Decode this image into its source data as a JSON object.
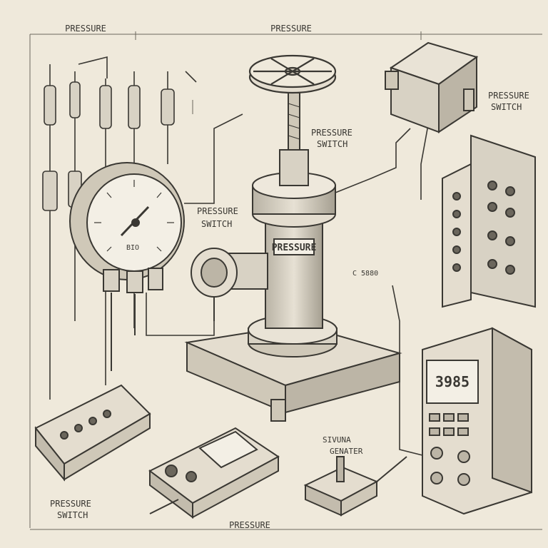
{
  "labels": {
    "top_left": "PRESSURE",
    "top_center": "PRESSURE",
    "switch_center": "PRESSURE\nSWITCH",
    "switch_gauge": "PRESSURE\nSWITCH",
    "switch_top_right": "PRESSURE\nSWITCH",
    "body_plate": "PRESSURE",
    "gauge_face": "BIO",
    "side_mark": "C 5880",
    "generator": "SIVUNA\nGENATER",
    "switch_bottom_left": "PRESSURE\nSWITCH",
    "bottom_center": "PRESSURE",
    "meter_display": "3985"
  }
}
